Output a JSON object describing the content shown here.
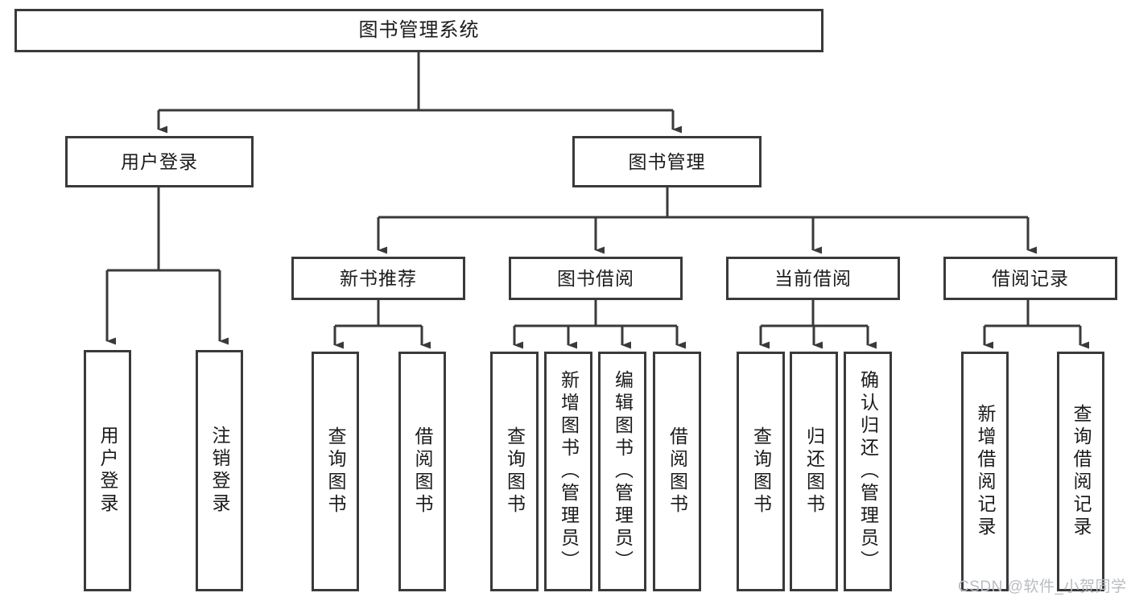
{
  "diagram": {
    "type": "tree-hierarchy",
    "title": "图书管理系统",
    "watermark": "CSDN @软件_小贺同学",
    "colors": {
      "box_border": "#3a3a3a",
      "box_fill": "#ffffff",
      "connector": "#3a3a3a",
      "text": "#1b1b1b",
      "watermark": "#b9bcc2",
      "background": "#ffffff"
    },
    "levels": {
      "root": {
        "label": "图书管理系统"
      },
      "level2": [
        {
          "label": "用户登录"
        },
        {
          "label": "图书管理"
        }
      ],
      "level3": [
        {
          "label": "新书推荐"
        },
        {
          "label": "图书借阅"
        },
        {
          "label": "当前借阅"
        },
        {
          "label": "借阅记录"
        }
      ],
      "leaves": {
        "user_login": [
          {
            "label": "用户登录"
          },
          {
            "label": "注销登录"
          }
        ],
        "new_books": [
          {
            "label": "查询图书"
          },
          {
            "label": "借阅图书"
          }
        ],
        "book_borrow": [
          {
            "label": "查询图书"
          },
          {
            "label": "新增图书（管理员）"
          },
          {
            "label": "编辑图书（管理员）"
          },
          {
            "label": "借阅图书"
          }
        ],
        "current_borrow": [
          {
            "label": "查询图书"
          },
          {
            "label": "归还图书"
          },
          {
            "label": "确认归还（管理员）"
          }
        ],
        "borrow_record": [
          {
            "label": "新增借阅记录"
          },
          {
            "label": "查询借阅记录"
          }
        ]
      }
    }
  }
}
